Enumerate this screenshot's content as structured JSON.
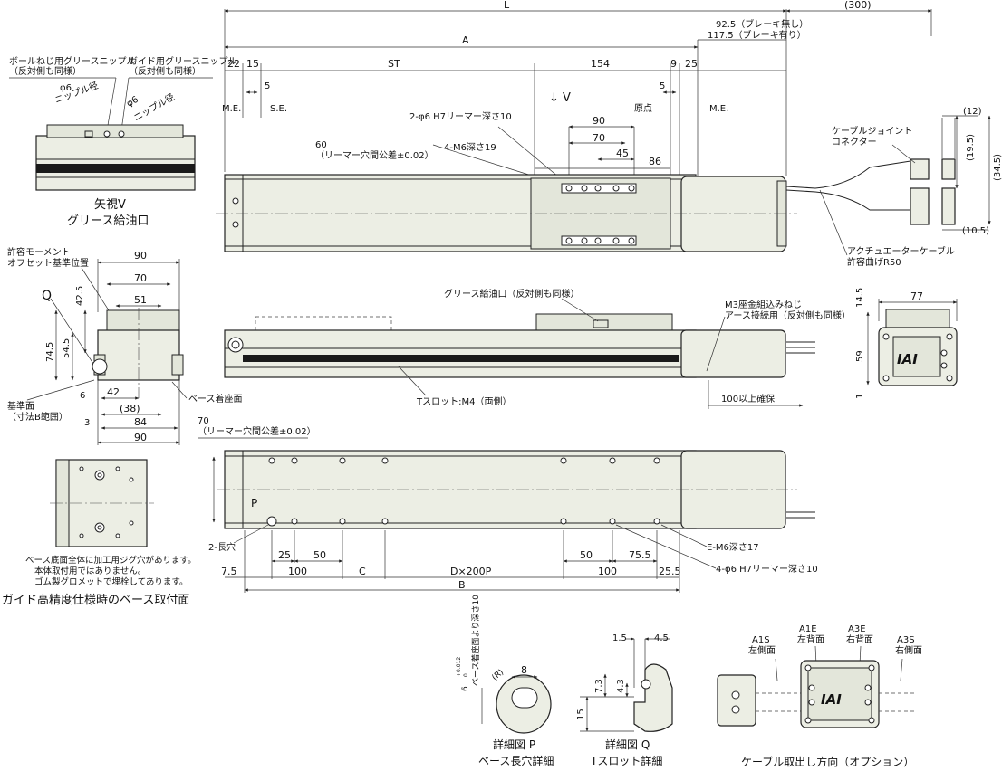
{
  "top": {
    "L": "L",
    "cable_len": "(300)",
    "A": "A",
    "brake": [
      "92.5（ブレーキ無し）",
      "117.5（ブレーキ有り）"
    ],
    "d22": "22",
    "d15": "15",
    "ST": "ST",
    "d154": "154",
    "d9": "9",
    "d25": "25",
    "me_left": "M.E.",
    "d5_left": "5",
    "se": "S.E.",
    "view_v": "↓ V",
    "d5_right": "5",
    "origin": "原点",
    "me_right": "M.E.",
    "ream_2": "2-φ6 H7リーマー深さ10",
    "d90": "90",
    "d70": "70",
    "d45": "45",
    "d86": "86",
    "m6": "4-M6深さ19",
    "ream_tol": [
      "60",
      "（リーマー穴間公差±0.02）"
    ]
  },
  "cable": {
    "d12": "(12)",
    "d19_5": "(19.5)",
    "d34_5": "(34.5)",
    "d10_5": "(10.5)",
    "joint": [
      "ケーブルジョイント",
      "コネクター"
    ],
    "actuator": [
      "アクチュエーターケーブル",
      "許容曲げR50"
    ]
  },
  "view_v": {
    "ball": [
      "ボールねじ用グリースニップル",
      "（反対側も同様）"
    ],
    "guide": [
      "ガイド用グリースニップル",
      "（反対側も同様）"
    ],
    "phi6_a": "φ6",
    "nipple_a": "ニップル径",
    "phi6_b": "φ6",
    "nipple_b": "ニップル径",
    "title": "矢視V",
    "subtitle": "グリース給油口"
  },
  "section": {
    "moment": [
      "許容モーメント",
      "オフセット基準位置"
    ],
    "d90_top": "90",
    "d70": "70",
    "d51": "51",
    "q": "Q",
    "d42_5": "42.5",
    "d74_5": "74.5",
    "d54_5": "54.5",
    "d6": "6",
    "d42": "42",
    "d38": "(38)",
    "d3": "3",
    "d84": "84",
    "d90_bot": "90",
    "ref_face": [
      "基準面",
      "（寸法B範囲）"
    ],
    "base_face": "ベース着座面"
  },
  "side": {
    "grease": "グリース給油口（反対側も同様）",
    "m3": [
      "M3座金組込みねじ",
      "アース接続用（反対側も同様）"
    ],
    "tslot": "Tスロット:M4（両側）",
    "clearance": "100以上確保"
  },
  "end": {
    "d14_5": "14.5",
    "d77": "77",
    "d59": "59",
    "d1": "1",
    "logo": "IAI"
  },
  "bottom": {
    "ream_tol": [
      "70",
      "（リーマー穴間公差±0.02）"
    ],
    "p": "P",
    "slot2": "2-長穴",
    "d25": "25",
    "d50_a": "50",
    "d7_5": "7.5",
    "d100_a": "100",
    "C": "C",
    "DxP": "D×200P",
    "d50_b": "50",
    "d75_5": "75.5",
    "d100_b": "100",
    "d25_5": "25.5",
    "B": "B",
    "em6": "E-M6深さ17",
    "ream4": "4-φ6 H7リーマー深さ10"
  },
  "guide_base": {
    "note": [
      "ベース底面全体に加工用ジグ穴があります。",
      "本体取付用ではありません。",
      "ゴム製グロメットで埋栓してあります。"
    ],
    "title": "ガイド高精度仕様時のベース取付面"
  },
  "detail_p": {
    "depth": [
      "6",
      "+0.012",
      "0",
      "ベース着座面より深さ10"
    ],
    "r": "(R)",
    "d8": "8",
    "title": "詳細図 P",
    "subtitle": "ベース長穴詳細"
  },
  "detail_q": {
    "d1_5": "1.5",
    "d4_5": "4.5",
    "d7_3": "7.3",
    "d4_3": "4.3",
    "d15": "15",
    "title": "詳細図 Q",
    "subtitle": "Tスロット詳細"
  },
  "cable_dir": {
    "a1s": [
      "A1S",
      "左側面"
    ],
    "a1e": [
      "A1E",
      "左背面"
    ],
    "a3e": [
      "A3E",
      "右背面"
    ],
    "a3s": [
      "A3S",
      "右側面"
    ],
    "logo": "IAI",
    "title": "ケーブル取出し方向（オプション）"
  }
}
